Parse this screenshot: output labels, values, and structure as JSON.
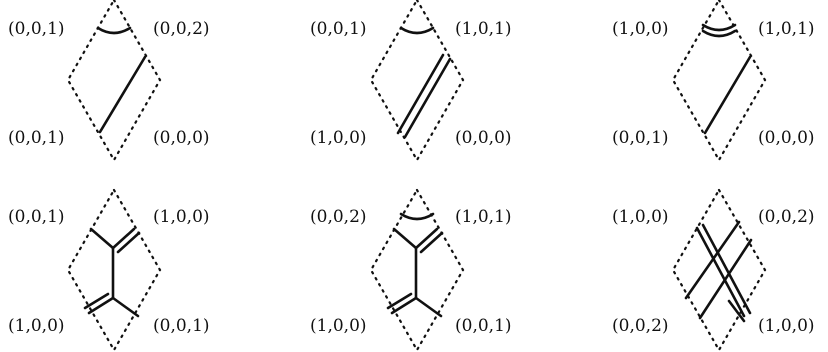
{
  "panels": [
    {
      "id": "r1c1",
      "labels": {
        "tl": "(0,0,1)",
        "tr": "(0,0,2)",
        "bl": "(0,0,1)",
        "br": "(0,0,0)"
      }
    },
    {
      "id": "r1c2",
      "labels": {
        "tl": "(0,0,1)",
        "tr": "(1,0,1)",
        "bl": "(1,0,0)",
        "br": "(0,0,0)"
      }
    },
    {
      "id": "r1c3",
      "labels": {
        "tl": "(1,0,0)",
        "tr": "(1,0,1)",
        "bl": "(0,0,1)",
        "br": "(0,0,0)"
      }
    },
    {
      "id": "r2c1",
      "labels": {
        "tl": "(0,0,1)",
        "tr": "(1,0,0)",
        "bl": "(1,0,0)",
        "br": "(0,0,1)"
      }
    },
    {
      "id": "r2c2",
      "labels": {
        "tl": "(0,0,2)",
        "tr": "(1,0,1)",
        "bl": "(1,0,0)",
        "br": "(0,0,1)"
      }
    },
    {
      "id": "r2c3",
      "labels": {
        "tl": "(1,0,0)",
        "tr": "(0,0,2)",
        "bl": "(0,0,2)",
        "br": "(1,0,0)"
      }
    }
  ]
}
